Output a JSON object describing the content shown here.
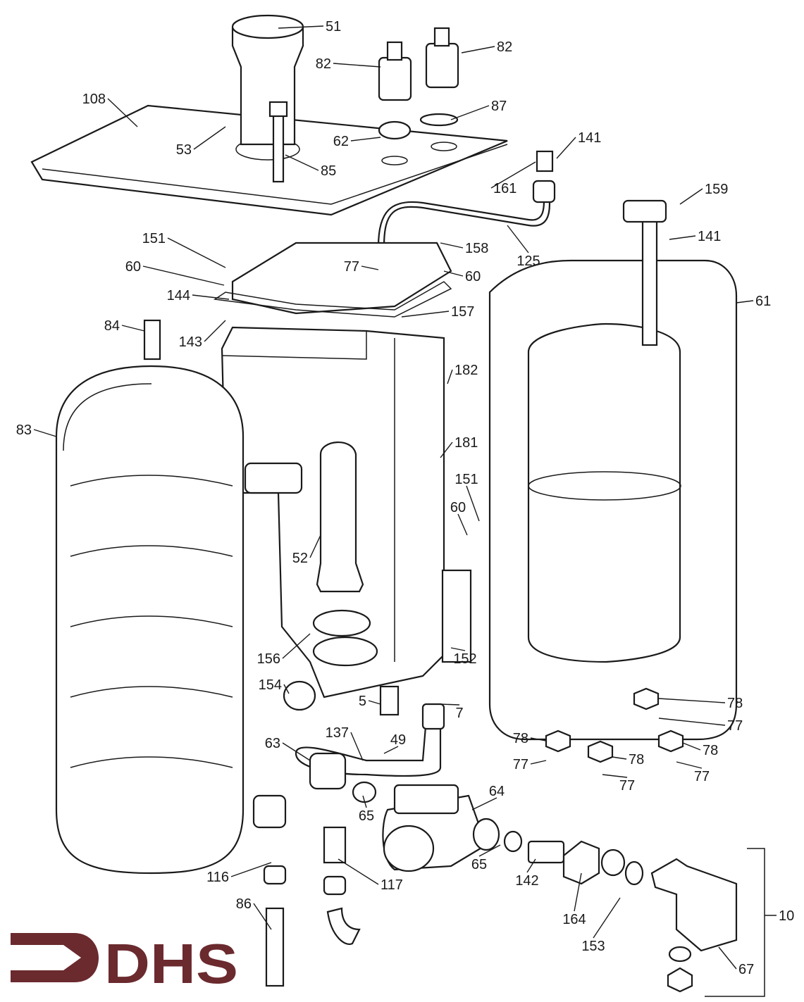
{
  "logo": {
    "text": "DHS",
    "color": "#6b2a2e"
  },
  "labels": [
    "51",
    "82",
    "82",
    "108",
    "87",
    "53",
    "62",
    "85",
    "141",
    "161",
    "159",
    "151",
    "141",
    "158",
    "125",
    "60",
    "77",
    "60",
    "144",
    "61",
    "157",
    "84",
    "143",
    "182",
    "83",
    "181",
    "151",
    "60",
    "52",
    "78",
    "156",
    "152",
    "154",
    "5",
    "7",
    "77",
    "63",
    "137",
    "49",
    "78",
    "78",
    "78",
    "77",
    "77",
    "77",
    "64",
    "65",
    "116",
    "65",
    "117",
    "142",
    "10",
    "164",
    "153",
    "86",
    "67"
  ]
}
